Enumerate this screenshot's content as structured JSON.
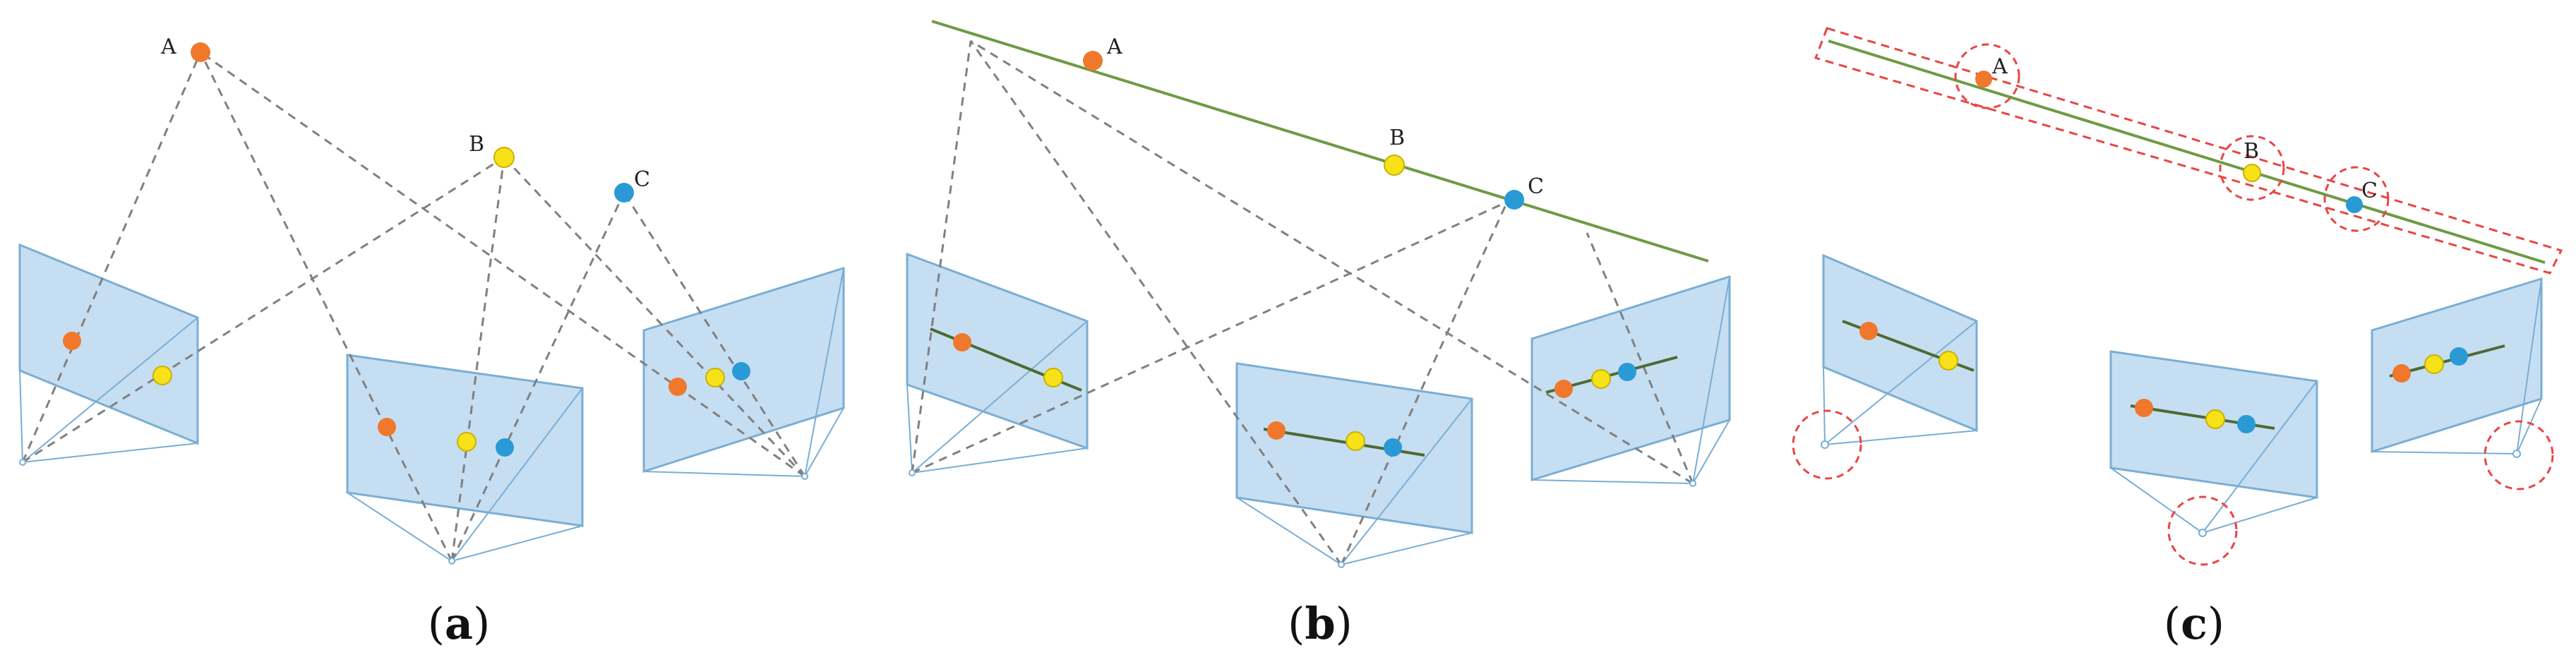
{
  "colors": {
    "point_a": "#f0782c",
    "point_b": "#f7e21a",
    "point_c": "#2a9ad6",
    "image_plane_fill": "#c6def2",
    "image_plane_stroke": "#7aaed4",
    "ray": "#808080",
    "line": "#6f9a45",
    "highlight": "#e84545"
  },
  "panels": [
    {
      "caption_open": "(",
      "caption_letter": "a",
      "caption_close": ")",
      "labels": {
        "a": "A",
        "b": "B",
        "c": "C"
      }
    },
    {
      "caption_open": "(",
      "caption_letter": "b",
      "caption_close": ")",
      "labels": {
        "a": "A",
        "b": "B",
        "c": "C"
      }
    },
    {
      "caption_open": "(",
      "caption_letter": "c",
      "caption_close": ")",
      "labels": {
        "a": "A",
        "b": "B",
        "c": "C"
      }
    }
  ]
}
